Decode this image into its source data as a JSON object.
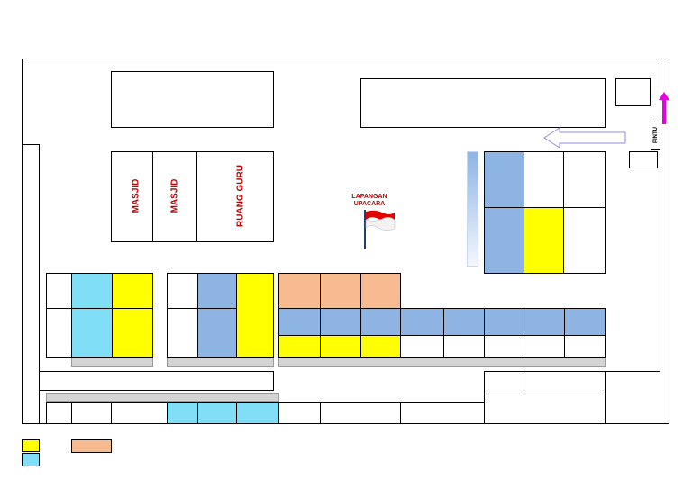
{
  "labels": {
    "masjid_1": "MASJID",
    "masjid_2": "MASJID",
    "ruang_guru": "RUANG GURU",
    "lapangan_line1": "LAPANGAN",
    "lapangan_line2": "UPACARA",
    "pintu": "PINTU"
  },
  "colors": {
    "yellow": "#ffff00",
    "cyan": "#80dff7",
    "blue": "#8eb4e3",
    "peach": "#f8bb8f",
    "label_red": "#c00000",
    "arrow_magenta": "#e600e6",
    "flag_red": "#e00000"
  },
  "legend": [
    "yellow",
    "cyan",
    "peach"
  ]
}
